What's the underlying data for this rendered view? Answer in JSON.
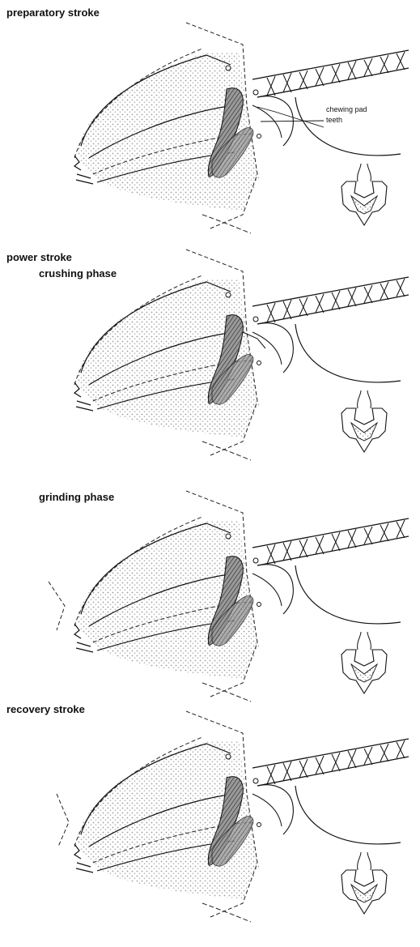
{
  "panels": [
    {
      "id": "p1",
      "labels": [
        "preparatory stroke"
      ]
    },
    {
      "id": "p2",
      "labels": [
        "power stroke",
        "crushing phase"
      ]
    },
    {
      "id": "p3",
      "labels": [
        "grinding phase"
      ]
    },
    {
      "id": "p4",
      "labels": [
        "recovery stroke"
      ]
    }
  ],
  "annotations": {
    "chewing_pad": "chewing pad",
    "teeth": "teeth"
  }
}
